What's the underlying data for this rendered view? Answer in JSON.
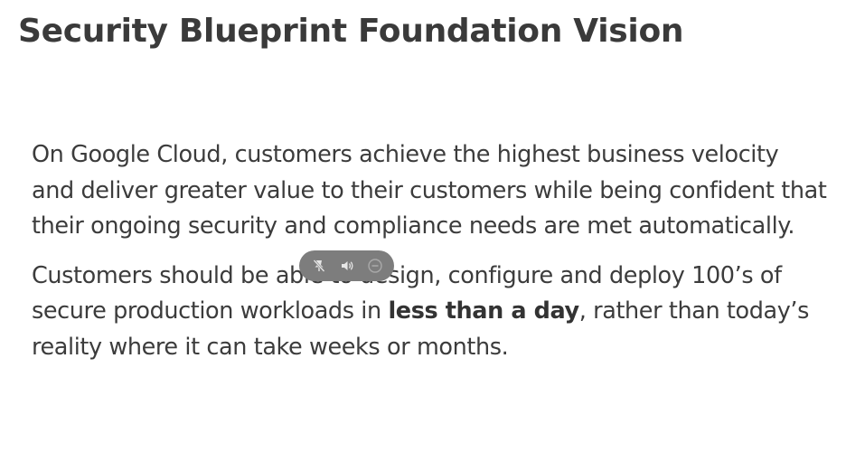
{
  "slide": {
    "title": "Security Blueprint Foundation Vision",
    "para1": "On Google Cloud, customers achieve the highest business velocity and deliver greater value to their customers while being confident that their ongoing security and compliance needs are met automatically.",
    "para2_before": "Customers should be able to design, configure and deploy 100’s of secure production workloads in ",
    "para2_bold": "less than a day",
    "para2_after": ", rather than today’s reality where it can take weeks or months."
  },
  "media_controls": {
    "icons": [
      "unpin-icon",
      "volume-icon",
      "close-circle-icon"
    ],
    "background": "#7d7d7d",
    "icon_color": "#e6e6e6"
  }
}
